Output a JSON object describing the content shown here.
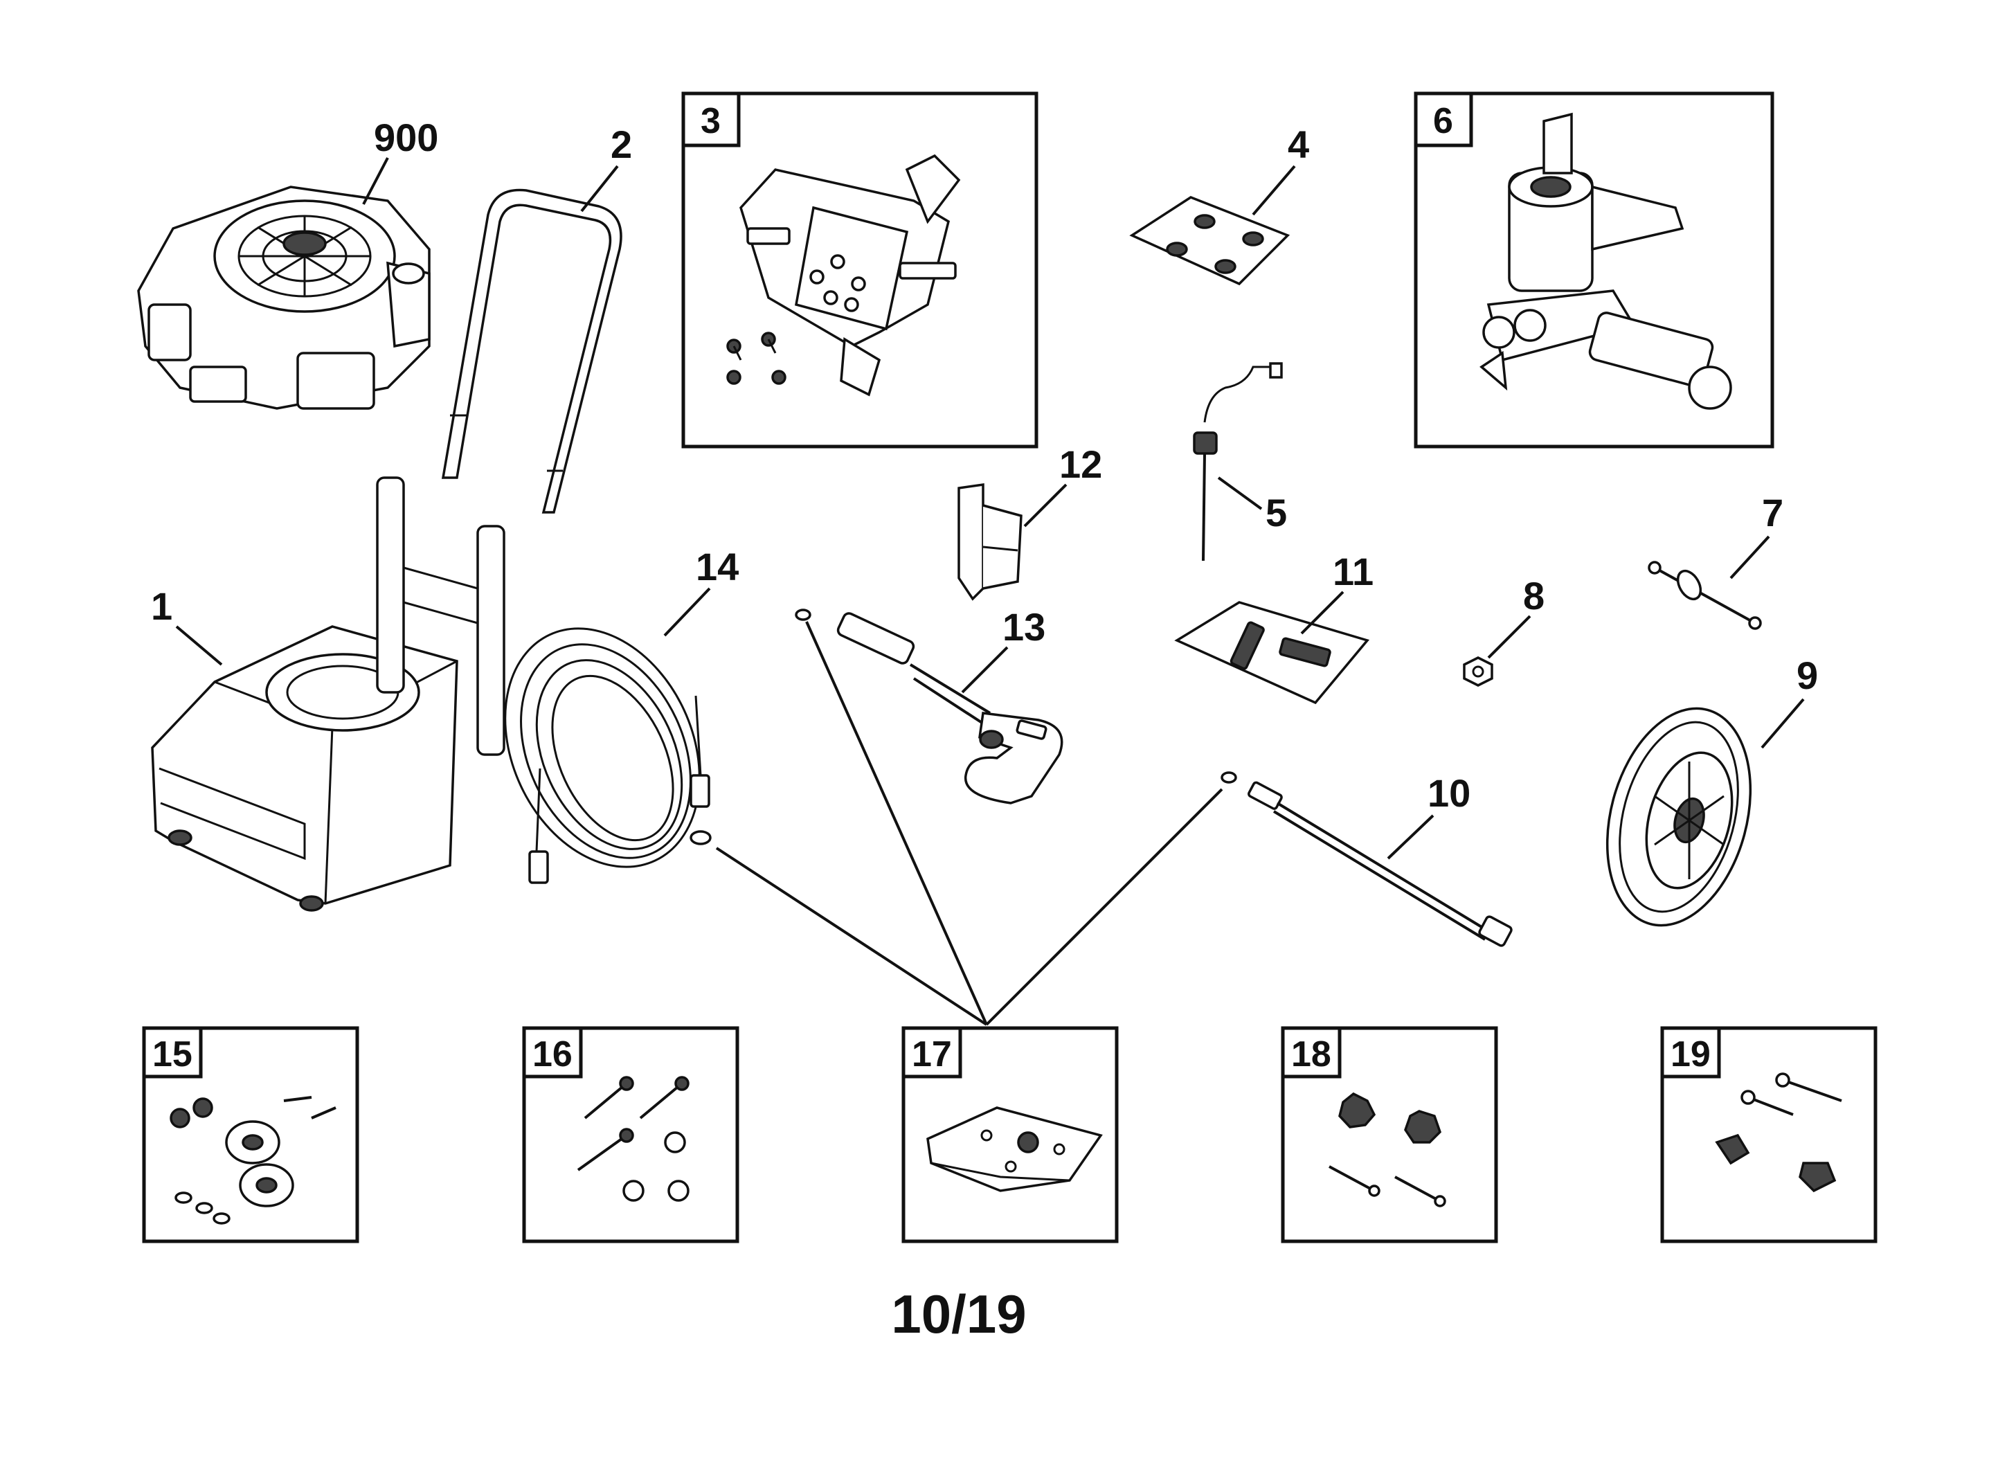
{
  "diagram": {
    "page_reference": "10/19",
    "callouts": {
      "engine": "900",
      "frame": "1",
      "handle": "2",
      "control_panel": "3",
      "nozzle_kit": "4",
      "soap_tube": "5",
      "pump": "6",
      "axle": "7",
      "nut": "8",
      "wheel": "9",
      "lance": "10",
      "nozzle_holder_kit": "11",
      "gun_holder": "12",
      "spray_gun": "13",
      "high_pressure_hose": "14"
    },
    "hardware_boxes": [
      "15",
      "16",
      "17",
      "18",
      "19"
    ]
  }
}
